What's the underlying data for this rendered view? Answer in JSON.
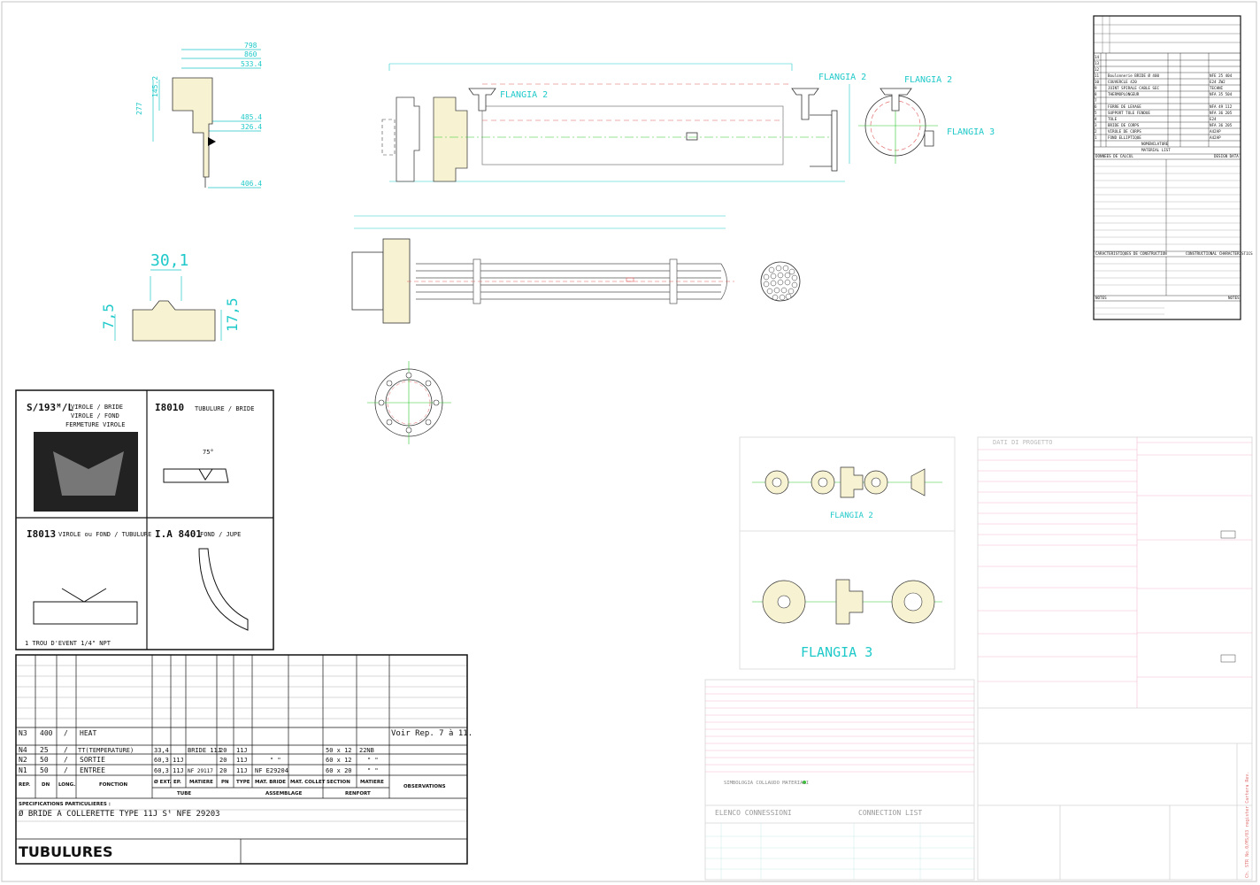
{
  "labels": {
    "flangia2_top": "FLANGIA 2",
    "flangia2_right": "FLANGIA 2",
    "flangia2_far": "FLANGIA 2",
    "flangia3_side": "FLANGIA 3",
    "flangia2_bottom": "FLANGIA 2",
    "flangia3_bottom": "FLANGIA 3"
  },
  "detail_dims": {
    "d1": "798",
    "d2": "860",
    "d3": "533.4",
    "d4": "485.4",
    "d5": "326.4",
    "d6": "406.4",
    "v1": "277",
    "v2": "145.2",
    "groove_top": "30,1",
    "groove_left": "7,5",
    "groove_right": "17,5"
  },
  "weld_details": {
    "cell1_code": "S/193ᴹ/L",
    "cell1_lines": [
      "VIROLE / BRIDE",
      "VIROLE / FOND",
      "FERMETURE VIROLE"
    ],
    "cell2_code": "I8010",
    "cell2_title": "TUBULURE / BRIDE",
    "cell2_angle": "75°",
    "cell3_code": "I8013",
    "cell3_title": "VIROLE ou FOND / TUBULURE",
    "cell3_note": "1 TROU D'EVENT 1/4\" NPT",
    "cell4_code": "I.A 8401",
    "cell4_title": "FOND / JUPE"
  },
  "nozzle_table": {
    "rows": [
      {
        "rep": "N3",
        "dn": "400",
        "long": "/",
        "fonction": "HEAT",
        "obs": "Voir Rep. 7 à 11."
      },
      {
        "rep": "N4",
        "dn": "25",
        "long": "/",
        "fonction": "TT(TEMPERATURE)",
        "ext": "33,4",
        "ep": "",
        "mat": "BRIDE 11J",
        "pn": "20",
        "type": "11J",
        "matb": "",
        "sect": "50 x 12",
        "mat2": "22NB",
        "obs": ""
      },
      {
        "rep": "N2",
        "dn": "50",
        "long": "/",
        "fonction": "SORTIE",
        "ext": "60,3",
        "ep": "11J",
        "mat": "",
        "pn": "20",
        "type": "11J",
        "matb": "\"  \"",
        "sect": "60 x 12",
        "mat2": "\"  \"",
        "obs": ""
      },
      {
        "rep": "N1",
        "dn": "50",
        "long": "/",
        "fonction": "ENTREE",
        "ext": "60,3",
        "ep": "11J",
        "mat": "NF 29117",
        "pn": "20",
        "type": "11J",
        "matb": "NF E29204",
        "sect": "60 x 20",
        "mat2": "\"  \"",
        "obs": ""
      }
    ],
    "headers": [
      "REP.",
      "DN",
      "LONG.",
      "FONCTION",
      "Ø EXT.",
      "EP.",
      "MATIERE",
      "PN",
      "TYPE",
      "MAT. BRIDE",
      "MAT. COLLET",
      "SECTION",
      "MATIERE",
      "OBSERVATIONS"
    ],
    "group_tube": "TUBE",
    "group_assemblage": "ASSEMBLAGE",
    "group_renfort": "RENFORT",
    "spec_label": "SPECIFICATIONS PARTICULIERES :",
    "spec_text": "Ø BRIDE  A  COLLERETTE   TYPE 11J    Sᵗ NFE 29203",
    "title": "TUBULURES"
  },
  "material_list": {
    "rows": [
      {
        "n": "14",
        "desc": "",
        "qty": ""
      },
      {
        "n": "13",
        "desc": "",
        "qty": ""
      },
      {
        "n": "12",
        "desc": "",
        "qty": ""
      },
      {
        "n": "11",
        "desc": "Boulonnerie BRIDE Ø 400",
        "qty": "NFE 25 404"
      },
      {
        "n": "10",
        "desc": "COUVERCLE 420",
        "qty": "E24 ZW2"
      },
      {
        "n": "9",
        "desc": "JOINT SPIRALE CABLE SEC",
        "qty": "TECHNI"
      },
      {
        "n": "8",
        "desc": "THERMOPLONGEUR",
        "qty": "NFA 35 504"
      },
      {
        "n": "7",
        "desc": "",
        "qty": ""
      },
      {
        "n": "6",
        "desc": "FERRE DE LEVAGE",
        "qty": "NFA 49 112"
      },
      {
        "n": "5",
        "desc": "SUPPORT TOLE FENDUE",
        "qty": "NFA 36 205"
      },
      {
        "n": "4",
        "desc": "TOLE",
        "qty": "E24"
      },
      {
        "n": "3",
        "desc": "BRIDE DE CORPS",
        "qty": "NFA 36 205"
      },
      {
        "n": "2",
        "desc": "VIROLE DE CORPS",
        "qty": "A42AP"
      },
      {
        "n": "1",
        "desc": "FOND ELLIPTIQUE",
        "qty": "A42AP"
      }
    ],
    "nomenclature": "NOMENCLATURE",
    "material_list": "MATERIAL LIST",
    "donnees": "DONNEES DE CALCUL",
    "design": "DESIGN DATA",
    "carac": "CARACTERISTIQUES DE CONSTRUCTION",
    "constr": "CONSTRUCTIONAL CHARACTERISTICS",
    "notes": "NOTES",
    "notes_r": "NOTES"
  },
  "connection_block": {
    "simbol": "SIMBOLOGIA COLLAUDO MATERIALI",
    "elenco": "ELENCO CONNESSIONI",
    "conn_list": "CONNECTION LIST",
    "dati": "DATI DI PROGETTO"
  },
  "side_strip": "Ch. STR  No.0/MS/03  register  Cartera  Rev."
}
